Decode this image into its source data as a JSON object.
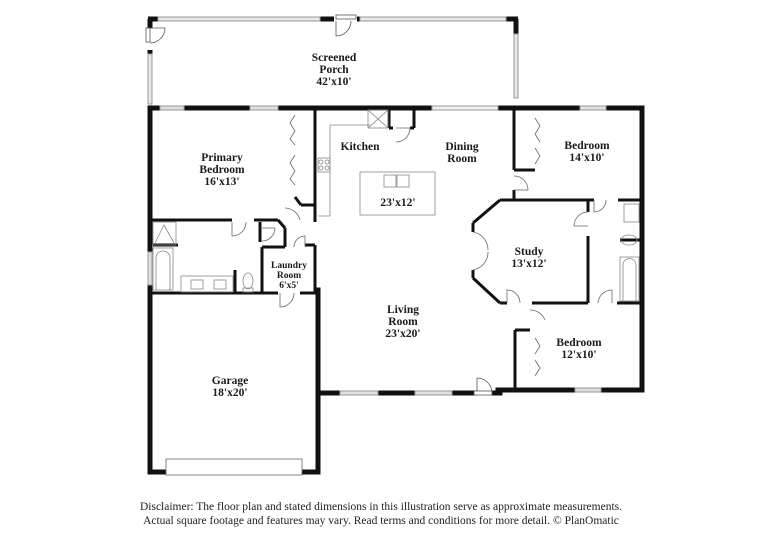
{
  "floor_plan": {
    "rooms": [
      {
        "id": "screened-porch",
        "name_lines": [
          "Screened",
          "Porch"
        ],
        "dimensions": "42'x10'"
      },
      {
        "id": "primary-bedroom",
        "name_lines": [
          "Primary",
          "Bedroom"
        ],
        "dimensions": "16'x13'"
      },
      {
        "id": "kitchen",
        "name_lines": [
          "Kitchen"
        ],
        "dimensions": ""
      },
      {
        "id": "dining-room",
        "name_lines": [
          "Dining",
          "Room"
        ],
        "dimensions": ""
      },
      {
        "id": "kitchen-dining",
        "name_lines": [],
        "dimensions": "23'x12'"
      },
      {
        "id": "bedroom-2",
        "name_lines": [
          "Bedroom"
        ],
        "dimensions": "14'x10'"
      },
      {
        "id": "study",
        "name_lines": [
          "Study"
        ],
        "dimensions": "13'x12'"
      },
      {
        "id": "laundry-room",
        "name_lines": [
          "Laundry",
          "Room"
        ],
        "dimensions": "6'x5'"
      },
      {
        "id": "living-room",
        "name_lines": [
          "Living",
          "Room"
        ],
        "dimensions": "23'x20'"
      },
      {
        "id": "bedroom-3",
        "name_lines": [
          "Bedroom"
        ],
        "dimensions": "12'x10'"
      },
      {
        "id": "garage",
        "name_lines": [
          "Garage"
        ],
        "dimensions": "18'x20'"
      }
    ],
    "colors": {
      "wall": "#111111",
      "window": "#c8c8c8",
      "fixture": "#888888",
      "background": "#ffffff"
    }
  },
  "disclaimer": {
    "line1": "Disclaimer: The floor plan and stated dimensions in this illustration serve as approximate measurements.",
    "line2": "Actual square footage and features may vary. Read terms and conditions for more detail. © PlanOmatic"
  }
}
